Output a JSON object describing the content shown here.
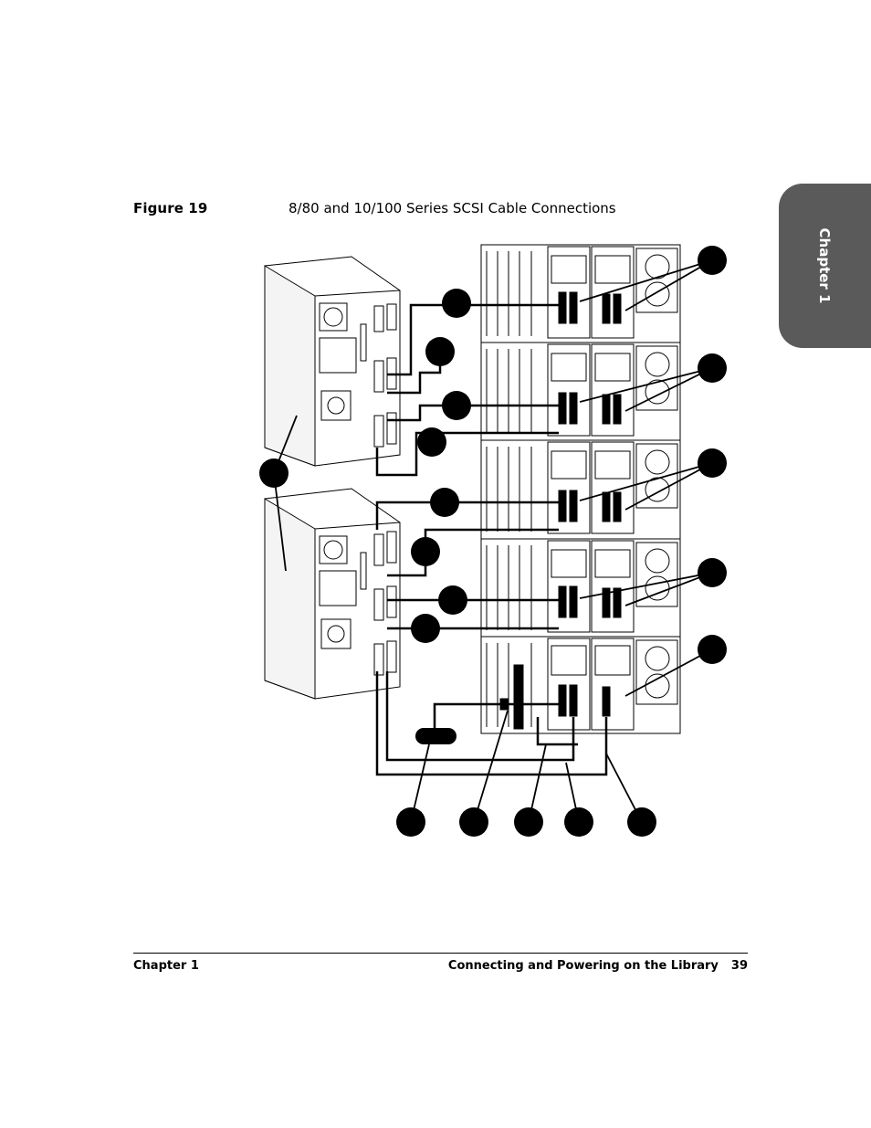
{
  "figure": {
    "label": "Figure 19",
    "caption": "8/80 and 10/100 Series SCSI Cable Connections"
  },
  "side_tab": {
    "label": "Chapter 1"
  },
  "footer": {
    "left": "Chapter 1",
    "section": "Connecting and Powering on the Library",
    "page": "39"
  }
}
